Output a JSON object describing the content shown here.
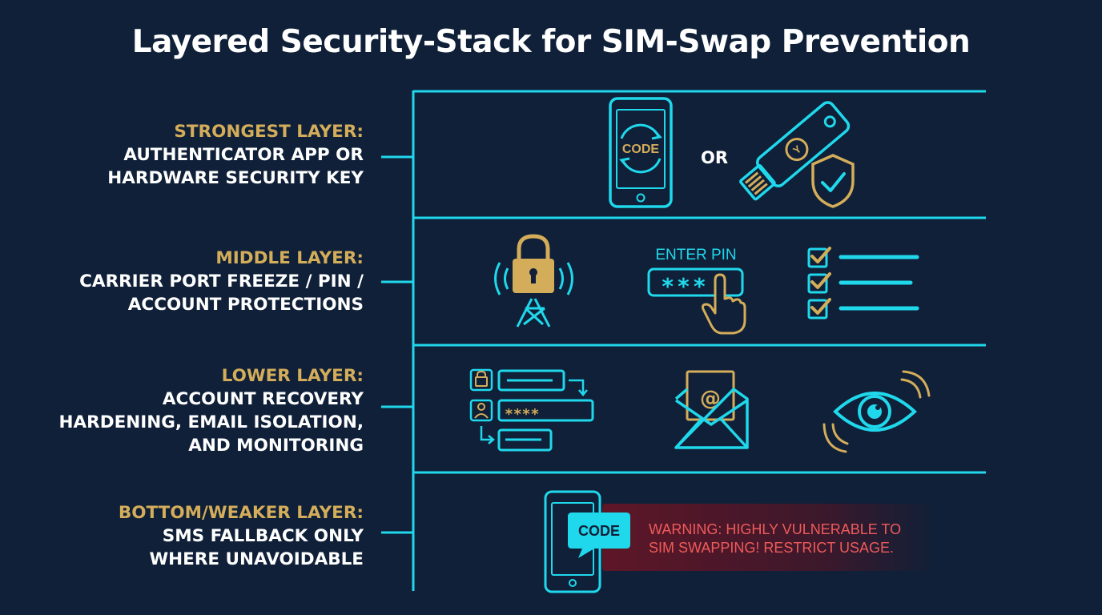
{
  "title": "Layered Security-Stack for SIM-Swap Prevention",
  "colors": {
    "background": "#0f2038",
    "cyan": "#20d8ec",
    "gold": "#d4ad5a",
    "warning": "#f05a5a"
  },
  "layers": [
    {
      "heading": "STRONGEST LAYER:",
      "description": [
        "AUTHENTICATOR APP OR",
        "HARDWARE SECURITY KEY"
      ],
      "icons": [
        "authenticator-phone-icon",
        "hardware-key-icon",
        "shield-check-icon"
      ],
      "phone_code": "CODE",
      "separator": "OR"
    },
    {
      "heading": "MIDDLE LAYER:",
      "description": [
        "CARRIER PORT FREEZE / PIN /",
        "ACCOUNT PROTECTIONS"
      ],
      "icons": [
        "padlock-tower-icon",
        "pin-entry-icon",
        "checklist-icon"
      ],
      "pin_label": "ENTER PIN",
      "pin_mask": "***"
    },
    {
      "heading": "LOWER LAYER:",
      "description": [
        "ACCOUNT RECOVERY",
        "HARDENING, EMAIL ISOLATION,",
        "AND MONITORING"
      ],
      "icons": [
        "recovery-form-icon",
        "email-icon",
        "eye-monitor-icon"
      ],
      "password_mask": "****",
      "email_symbol": "@"
    },
    {
      "heading": "BOTTOM/WEAKER LAYER:",
      "description": [
        "SMS FALLBACK ONLY",
        "WHERE UNAVOIDABLE"
      ],
      "icons": [
        "sms-phone-icon"
      ],
      "bubble_code": "CODE",
      "warning": [
        "WARNING: HIGHLY VULNERABLE TO",
        "SIM SWAPPING! RESTRICT USAGE."
      ]
    }
  ]
}
